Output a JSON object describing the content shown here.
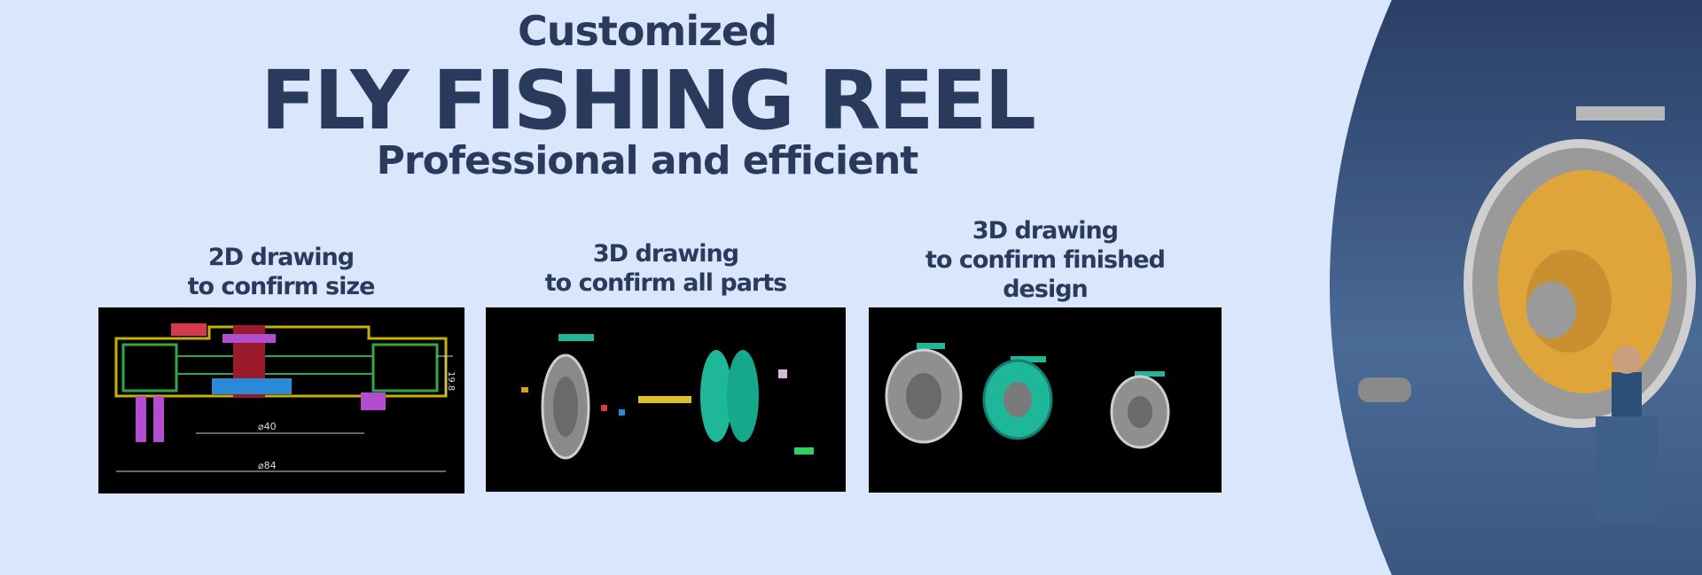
{
  "header": {
    "line1": "Customized",
    "line2": "FLY  FISHING REEL",
    "line3": "Professional and efficient"
  },
  "panels": [
    {
      "caption_l1": "2D drawing",
      "caption_l2": "to confirm size",
      "caption_l3": "",
      "dim_small": "⌀40",
      "dim_large": "⌀84",
      "dim_side": "19.8"
    },
    {
      "caption_l1": "3D drawing",
      "caption_l2": "to confirm all parts",
      "caption_l3": ""
    },
    {
      "caption_l1": "3D drawing",
      "caption_l2": "to confirm finished",
      "caption_l3": "design"
    }
  ],
  "colors": {
    "background": "#d9e6fb",
    "text": "#2a3a5c",
    "panel": "#000000",
    "gold": "#e0a53a",
    "teal": "#1fb79a"
  }
}
